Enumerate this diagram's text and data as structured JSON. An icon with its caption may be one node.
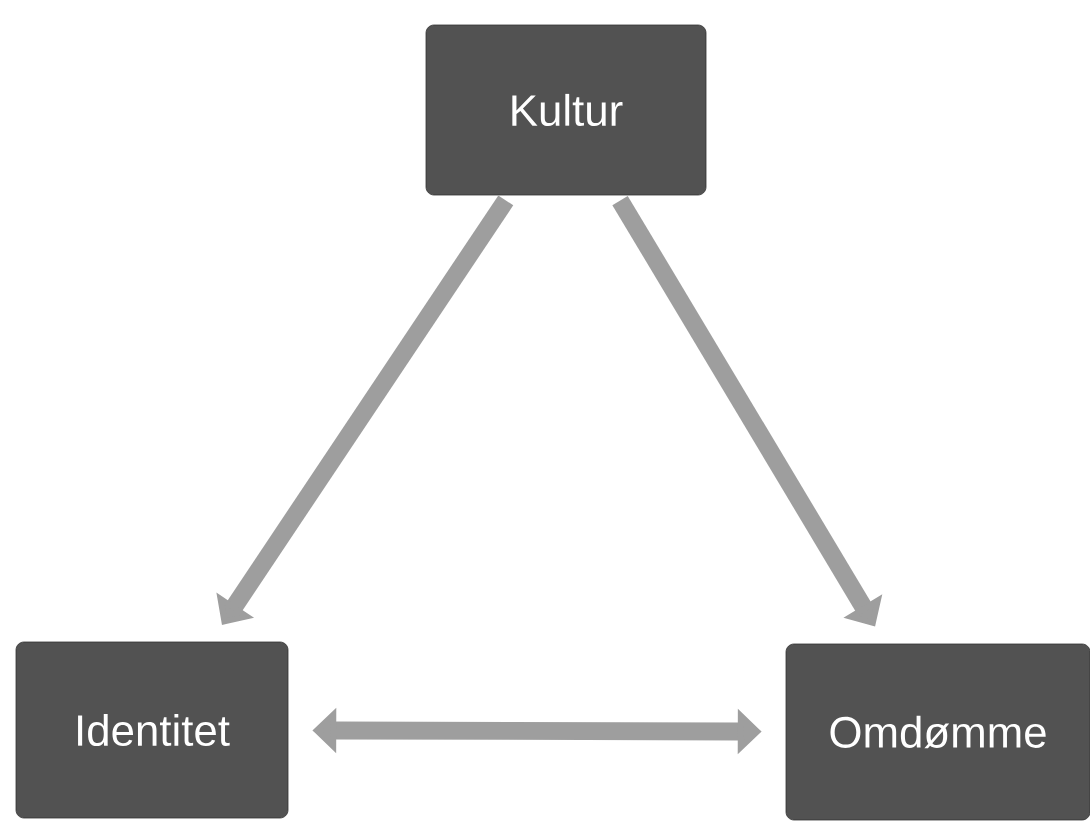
{
  "diagram": {
    "nodes": [
      {
        "text": [
          "Kultur"
        ]
      },
      {
        "text": [
          "Identitet"
        ]
      },
      {
        "text": [
          "Omdømme"
        ]
      }
    ],
    "edges": [
      {
        "from": 0,
        "to": 1,
        "arrow": "to"
      },
      {
        "from": 0,
        "to": 2,
        "arrow": "to"
      },
      {
        "from": 1,
        "to": 2,
        "arrow": "both"
      }
    ]
  }
}
